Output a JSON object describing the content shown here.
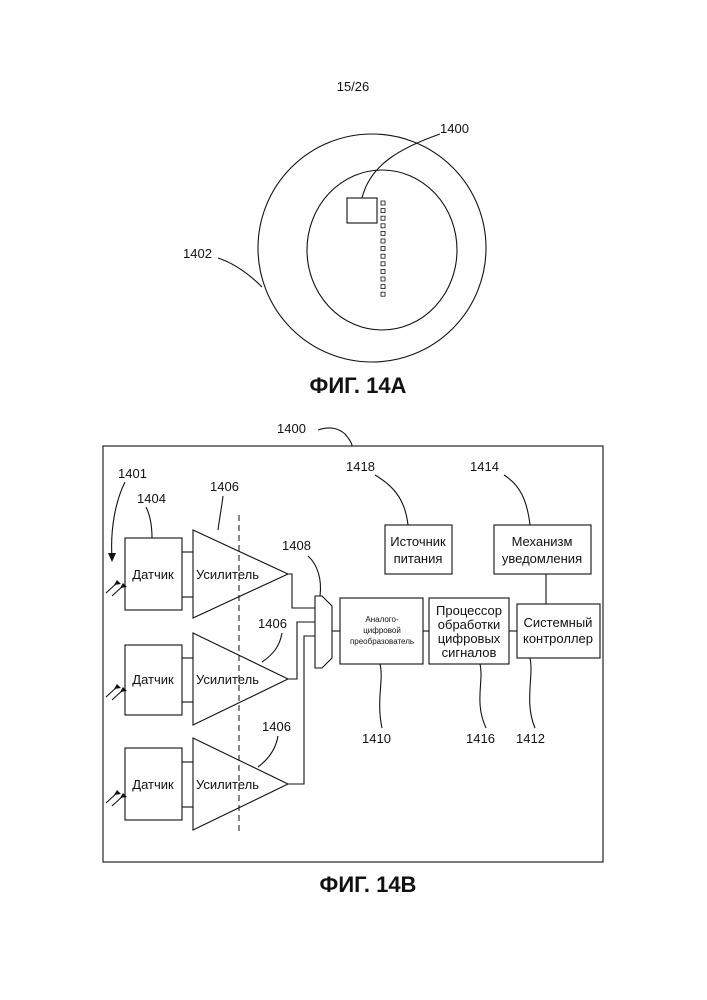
{
  "page_number": "15/26",
  "fig_a": {
    "title": "ФИГ. 14А",
    "ref_device": "1400",
    "ref_outer": "1402"
  },
  "fig_b": {
    "title": "ФИГ. 14В",
    "ref_device": "1400",
    "ref_light": "1401",
    "ref_sensor": "1404",
    "ref_amp_1": "1406",
    "ref_amp_2": "1406",
    "ref_amp_3": "1406",
    "ref_mux": "1408",
    "ref_adc": "1410",
    "ref_dsp": "1416",
    "ref_controller": "1412",
    "ref_power": "1418",
    "ref_notify": "1414",
    "sensor_label": "Датчик",
    "amp_label": "Усилитель",
    "adc_label": [
      "Аналого-",
      "цифровой",
      "преобразователь"
    ],
    "dsp_label": [
      "Процессор",
      "обработки",
      "цифровых",
      "сигналов"
    ],
    "controller_label": [
      "Системный",
      "контроллер"
    ],
    "power_label": [
      "Источник",
      "питания"
    ],
    "notify_label": [
      "Механизм",
      "уведомления"
    ]
  }
}
